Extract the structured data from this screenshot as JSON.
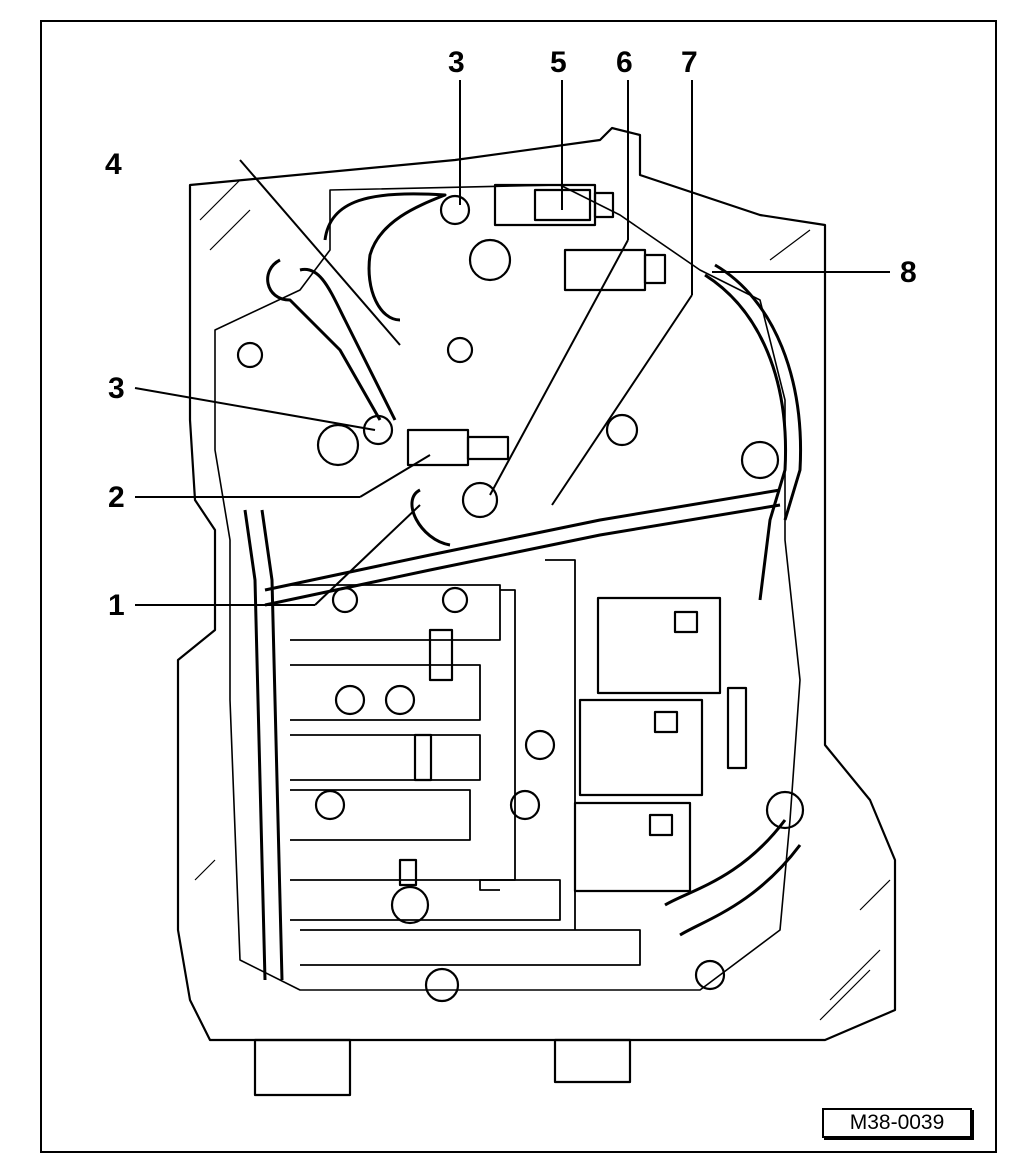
{
  "callouts": {
    "c3_top": "3",
    "c5": "5",
    "c6": "6",
    "c7": "7",
    "c4": "4",
    "c8": "8",
    "c3_left": "3",
    "c2": "2",
    "c1": "1"
  },
  "figure_reference": "M38-0039",
  "colors": {
    "ink": "#000000",
    "paper": "#ffffff"
  }
}
